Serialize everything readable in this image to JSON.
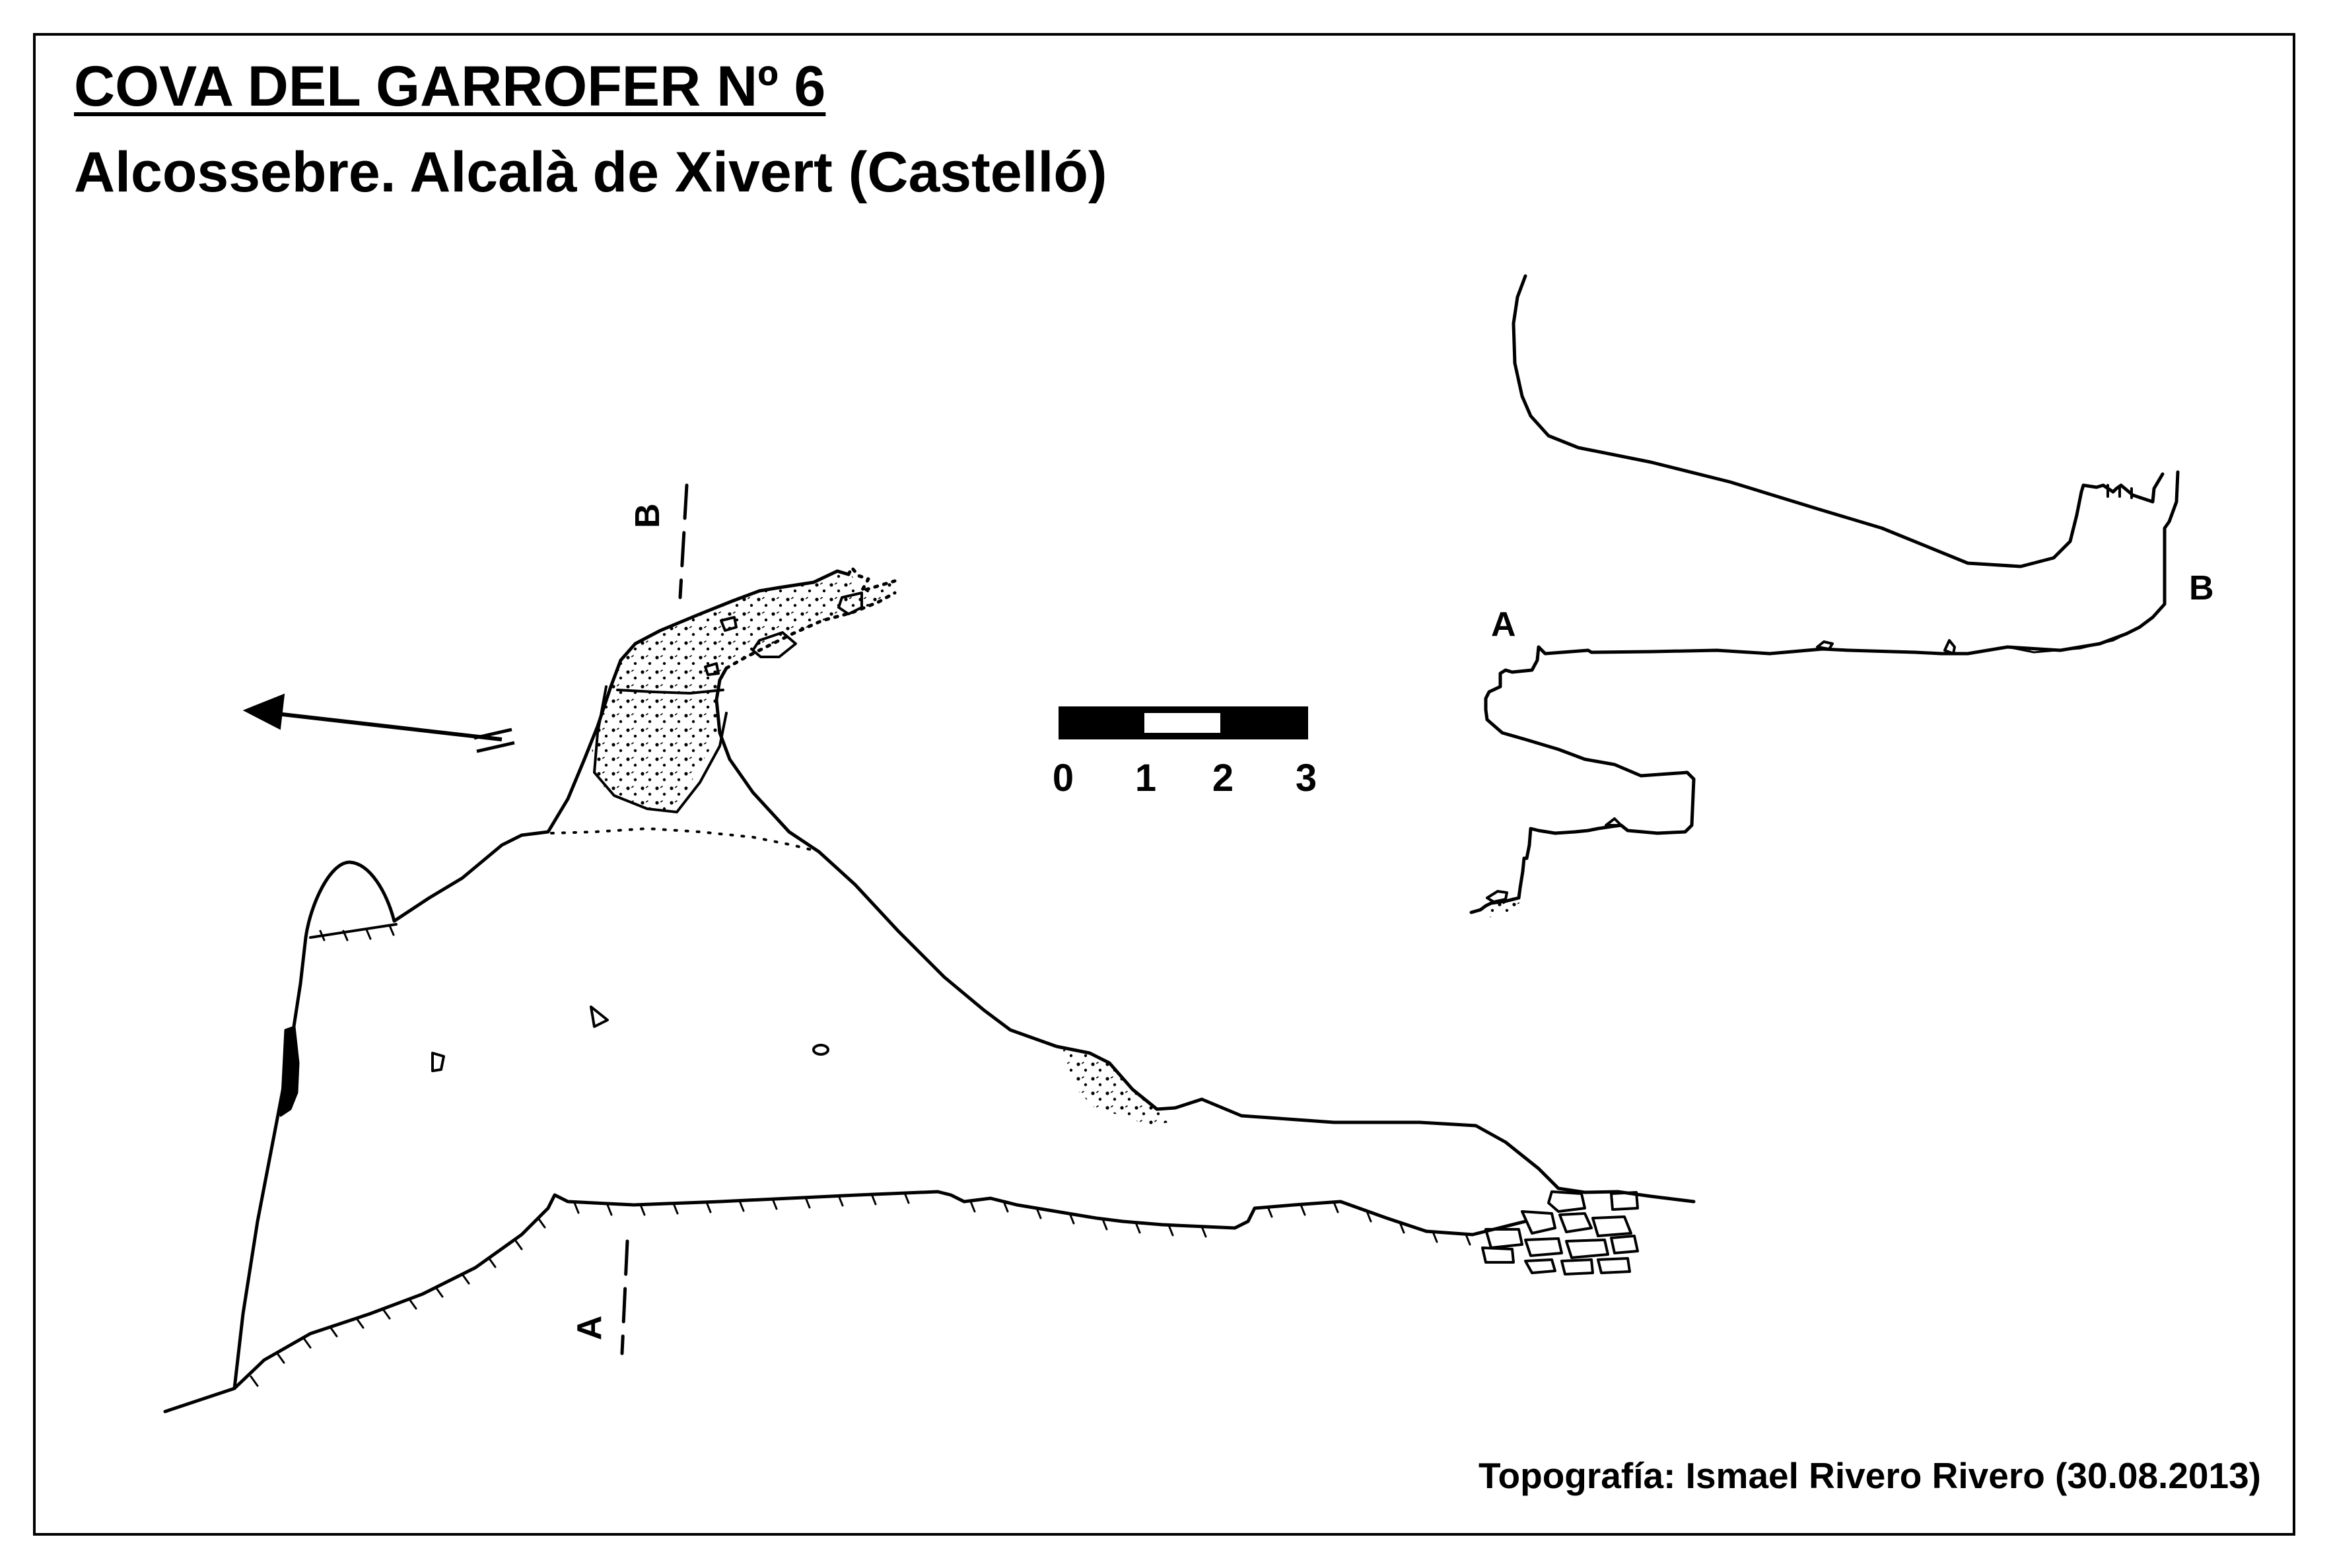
{
  "title": "COVA DEL GARROFER Nº 6",
  "subtitle": "Alcossebre. Alcalà de Xivert (Castelló)",
  "credit": "Topografía: Ismael Rivero Rivero (30.08.2013)",
  "scale": {
    "ticks": [
      "0",
      "1",
      "2",
      "3"
    ]
  },
  "plan": {
    "section_label_a": "A",
    "section_label_b": "B"
  },
  "profile": {
    "label_a": "A",
    "label_b": "B"
  },
  "icons": {
    "north_arrow": "north-arrow-icon"
  }
}
